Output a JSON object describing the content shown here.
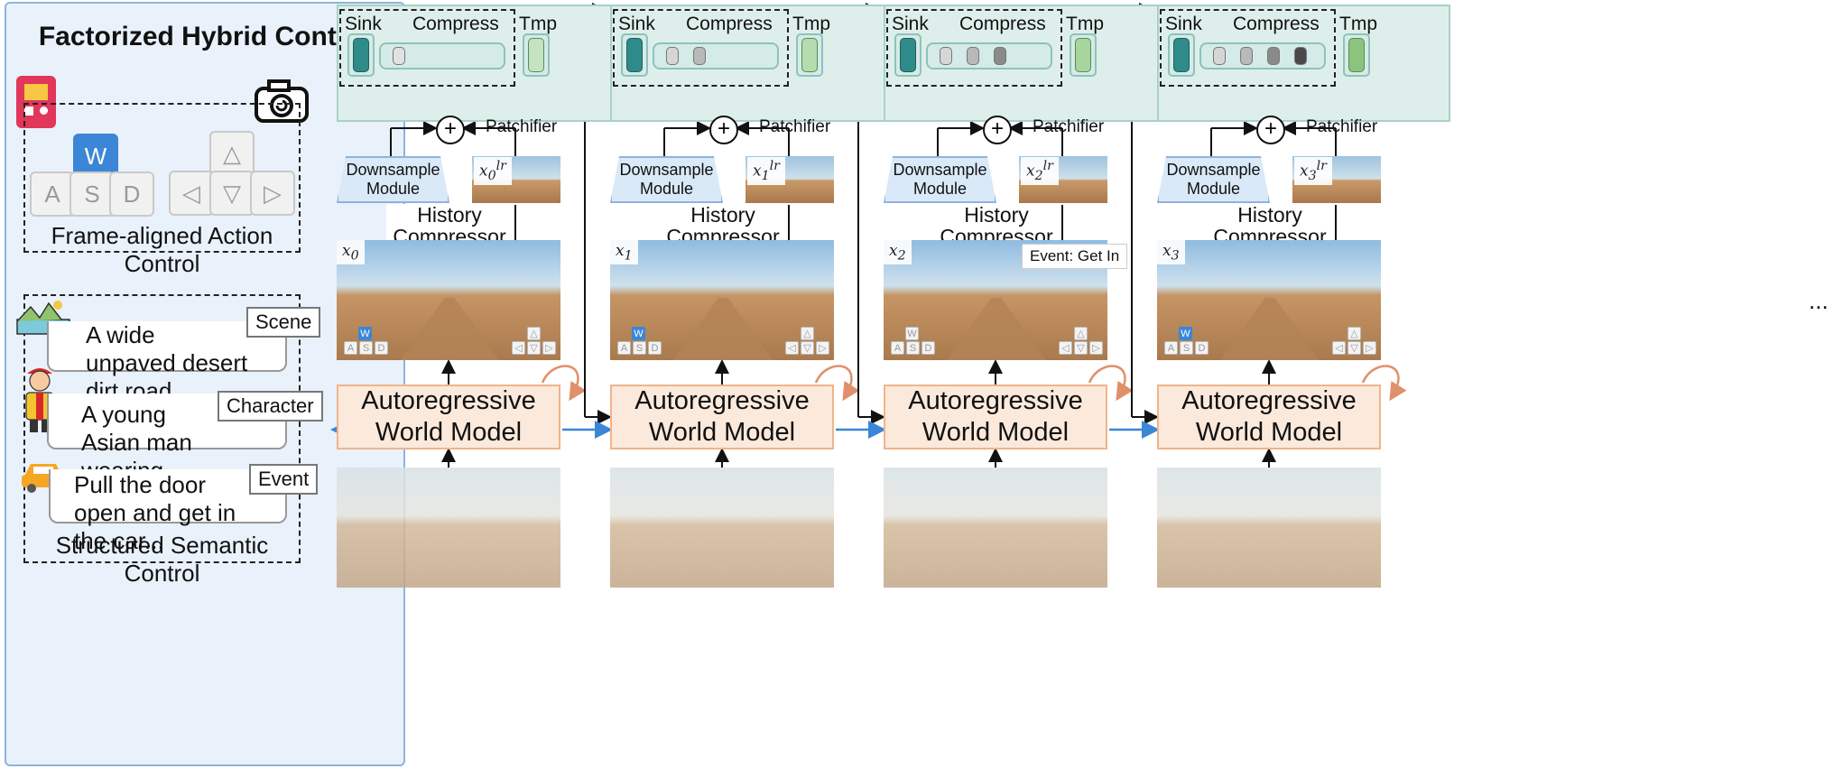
{
  "panel": {
    "title": "Factorized Hybrid Control",
    "keys": [
      "W",
      "A",
      "S",
      "D"
    ],
    "arrow_keys": [
      "△",
      "◁",
      "▽",
      "▷"
    ],
    "action_caption": "Frame-aligned Action Control",
    "semantic_caption": "Structured Semantic Control",
    "prompts": [
      {
        "tag": "Scene",
        "text": "A wide unpaved desert dirt road...",
        "icon": "landscape-icon"
      },
      {
        "tag": "Character",
        "text": "A young Asian man wearing...",
        "icon": "character-icon"
      },
      {
        "tag": "Event",
        "text": "Pull the door open and get in the car...",
        "icon": "car-icon"
      }
    ],
    "icons": [
      "gamepad-icon",
      "camera-icon"
    ]
  },
  "cache": {
    "sink": "Sink",
    "compress": "Compress",
    "tmp": "Tmp"
  },
  "patchifier": "Patchifier",
  "downsample": "Downsample Module",
  "history": "History Compressor",
  "model": "Autoregressive World Model",
  "columns": [
    {
      "frame": "x",
      "sub": "0",
      "lr": "x",
      "lr_sub": "0",
      "lr_sup": "lr",
      "event": "",
      "tmp_color": "#c5e2c3",
      "compress_tokens": [
        "#e1e1e1"
      ]
    },
    {
      "frame": "x",
      "sub": "1",
      "lr": "x",
      "lr_sub": "1",
      "lr_sup": "lr",
      "event": "",
      "tmp_color": "#b5dcaf",
      "compress_tokens": [
        "#d6d6d6",
        "#b9b9b9"
      ]
    },
    {
      "frame": "x",
      "sub": "2",
      "lr": "x",
      "lr_sub": "2",
      "lr_sup": "lr",
      "event": "Event: Get In",
      "tmp_color": "#a8d59d",
      "compress_tokens": [
        "#d6d6d6",
        "#b9b9b9",
        "#8a8a8a"
      ]
    },
    {
      "frame": "x",
      "sub": "3",
      "lr": "x",
      "lr_sub": "3",
      "lr_sup": "lr",
      "event": "",
      "tmp_color": "#8cc47e",
      "compress_tokens": [
        "#d6d6d6",
        "#b9b9b9",
        "#8a8a8a",
        "#4a4a4a"
      ]
    }
  ],
  "ellipsis": "...",
  "colors": {
    "sink_token": "#2f8b8a",
    "panel_bg": "#e9f1fb",
    "key_active": "#3b86d6",
    "model_fill": "#fbe9dc",
    "model_border": "#f0b48a",
    "loop_arrow": "#e0906a",
    "flow_arrow": "#3b86d6"
  }
}
